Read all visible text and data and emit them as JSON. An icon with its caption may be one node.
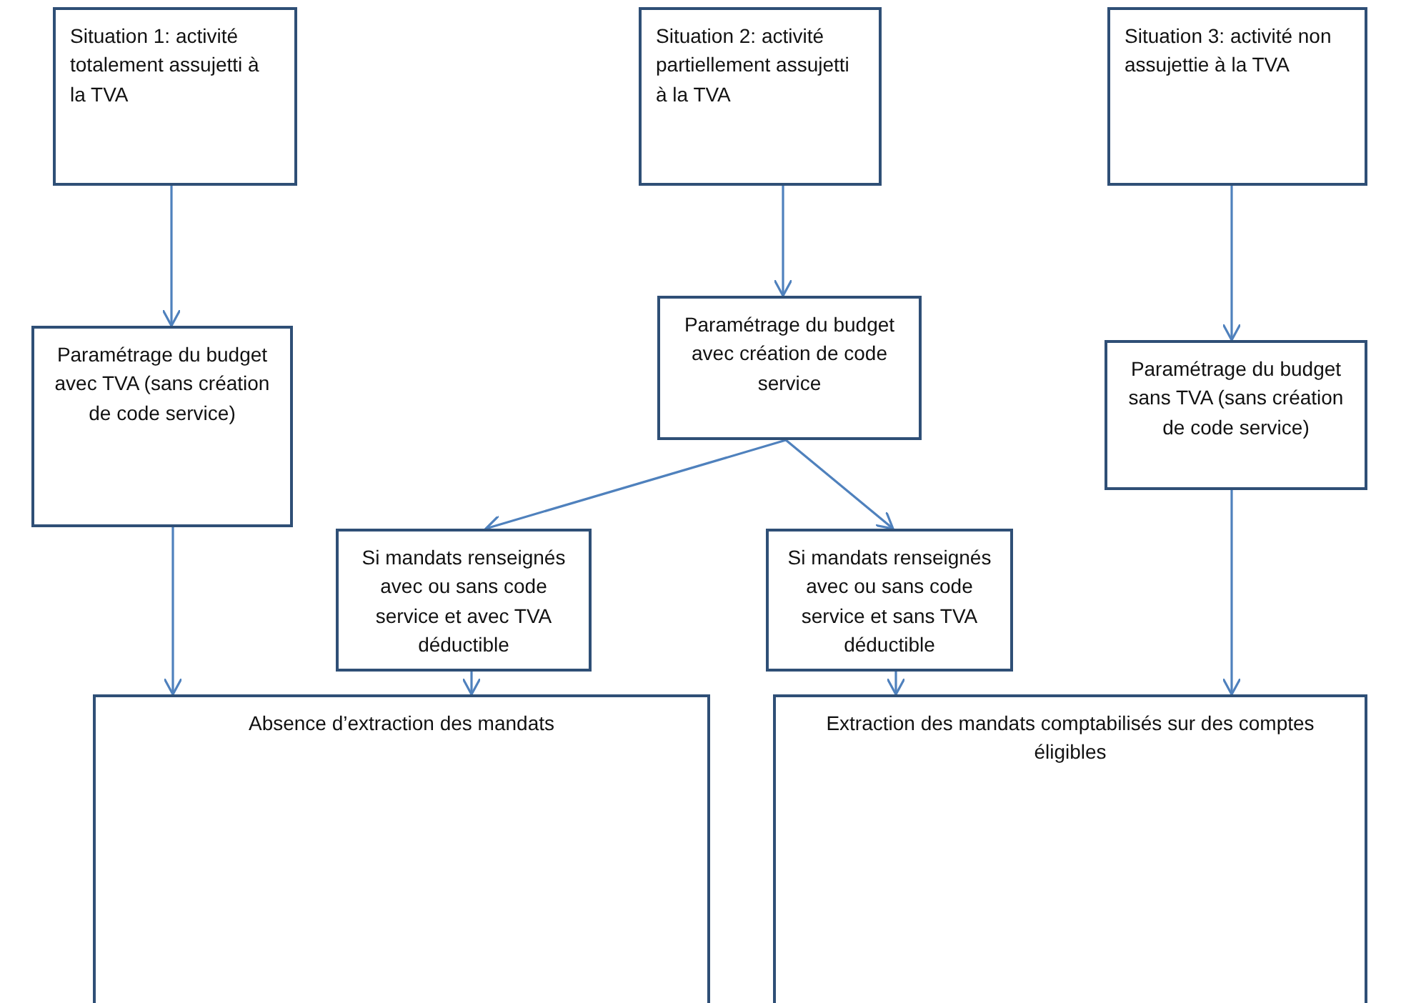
{
  "diagram": {
    "nodes": [
      {
        "text": [
          "Situation 1: activité totalement assujetti à la TVA"
        ]
      },
      {
        "text": [
          "Situation 2: activité partiellement assujetti à la TVA"
        ]
      },
      {
        "text": [
          "Situation 3: activité non assujettie à la TVA"
        ]
      },
      {
        "text": [
          "Paramétrage du budget avec TVA (sans création de code service)"
        ]
      },
      {
        "text": [
          "Paramétrage du budget avec création de code service"
        ]
      },
      {
        "text": [
          "Paramétrage du budget sans TVA (sans création de code service)"
        ]
      },
      {
        "text": [
          "Si mandats renseignés avec ou sans code service et avec TVA déductible"
        ]
      },
      {
        "text": [
          "Si mandats renseignés avec ou sans code service et sans TVA déductible"
        ]
      },
      {
        "text": [
          "Absence d’extraction des mandats"
        ]
      },
      {
        "text": [
          "Extraction des mandats comptabilisés sur des comptes éligibles"
        ]
      }
    ],
    "edges": [
      {
        "from": 0,
        "to": 3,
        "arrow": "to"
      },
      {
        "from": 1,
        "to": 4,
        "arrow": "to"
      },
      {
        "from": 2,
        "to": 5,
        "arrow": "to"
      },
      {
        "from": 3,
        "to": 8,
        "arrow": "to"
      },
      {
        "from": 4,
        "to": 6,
        "arrow": "to"
      },
      {
        "from": 4,
        "to": 7,
        "arrow": "to"
      },
      {
        "from": 6,
        "to": 8,
        "arrow": "to"
      },
      {
        "from": 7,
        "to": 9,
        "arrow": "to"
      },
      {
        "from": 5,
        "to": 9,
        "arrow": "to"
      }
    ]
  }
}
